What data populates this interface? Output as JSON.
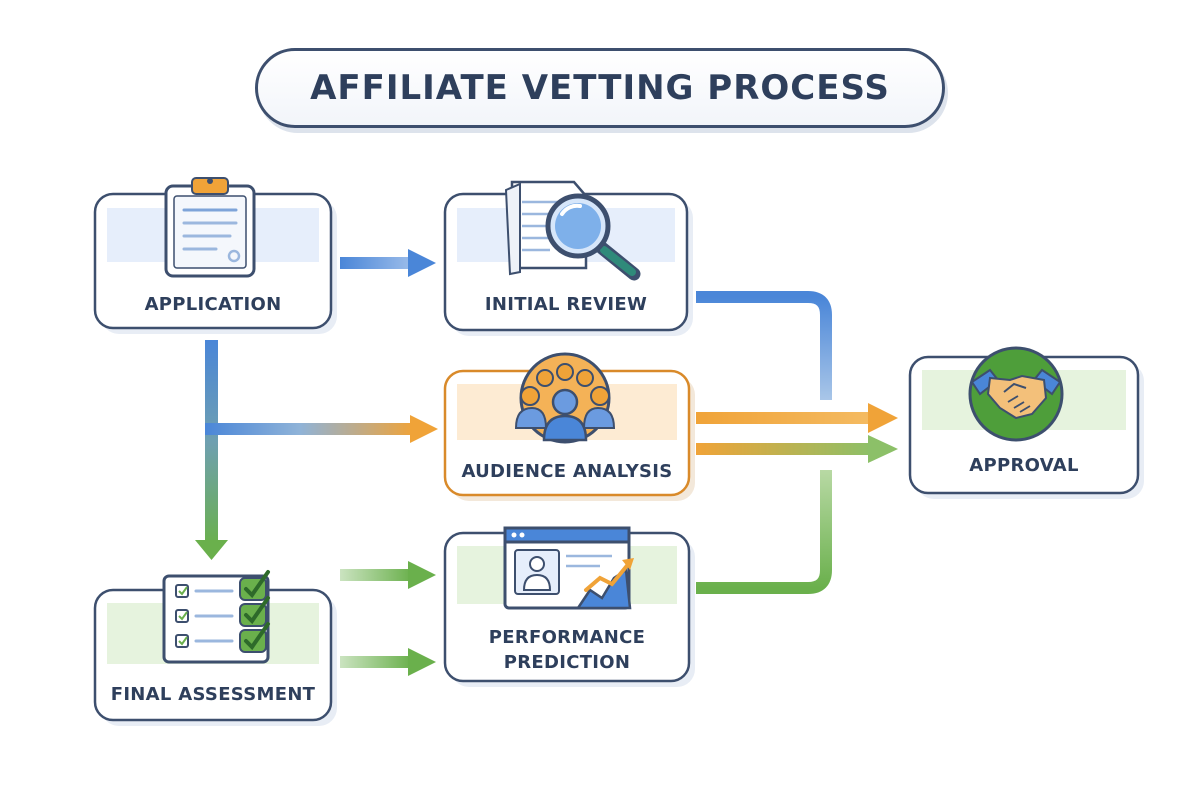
{
  "title": "AFFILIATE VETTING PROCESS",
  "stages": {
    "application": {
      "label": "APPLICATION",
      "icon": "clipboard-icon"
    },
    "initial_review": {
      "label": "INITIAL REVIEW",
      "icon": "magnifier-document-icon"
    },
    "audience_analysis": {
      "label": "AUDIENCE ANALYSIS",
      "icon": "audience-group-icon"
    },
    "performance_prediction": {
      "label_line1": "PERFORMANCE",
      "label_line2": "PREDICTION",
      "icon": "dashboard-chart-icon"
    },
    "final_assessment": {
      "label": "FINAL ASSESSMENT",
      "icon": "checklist-icon"
    },
    "approval": {
      "label": "APPROVAL",
      "icon": "handshake-icon"
    }
  },
  "colors": {
    "outline": "#3d4f6e",
    "blue": "#4a86d8",
    "orange": "#f0a338",
    "green": "#6ab04c",
    "blue_fill": "#e6eefb",
    "orange_fill": "#fdebd3",
    "green_fill": "#e6f3de"
  }
}
